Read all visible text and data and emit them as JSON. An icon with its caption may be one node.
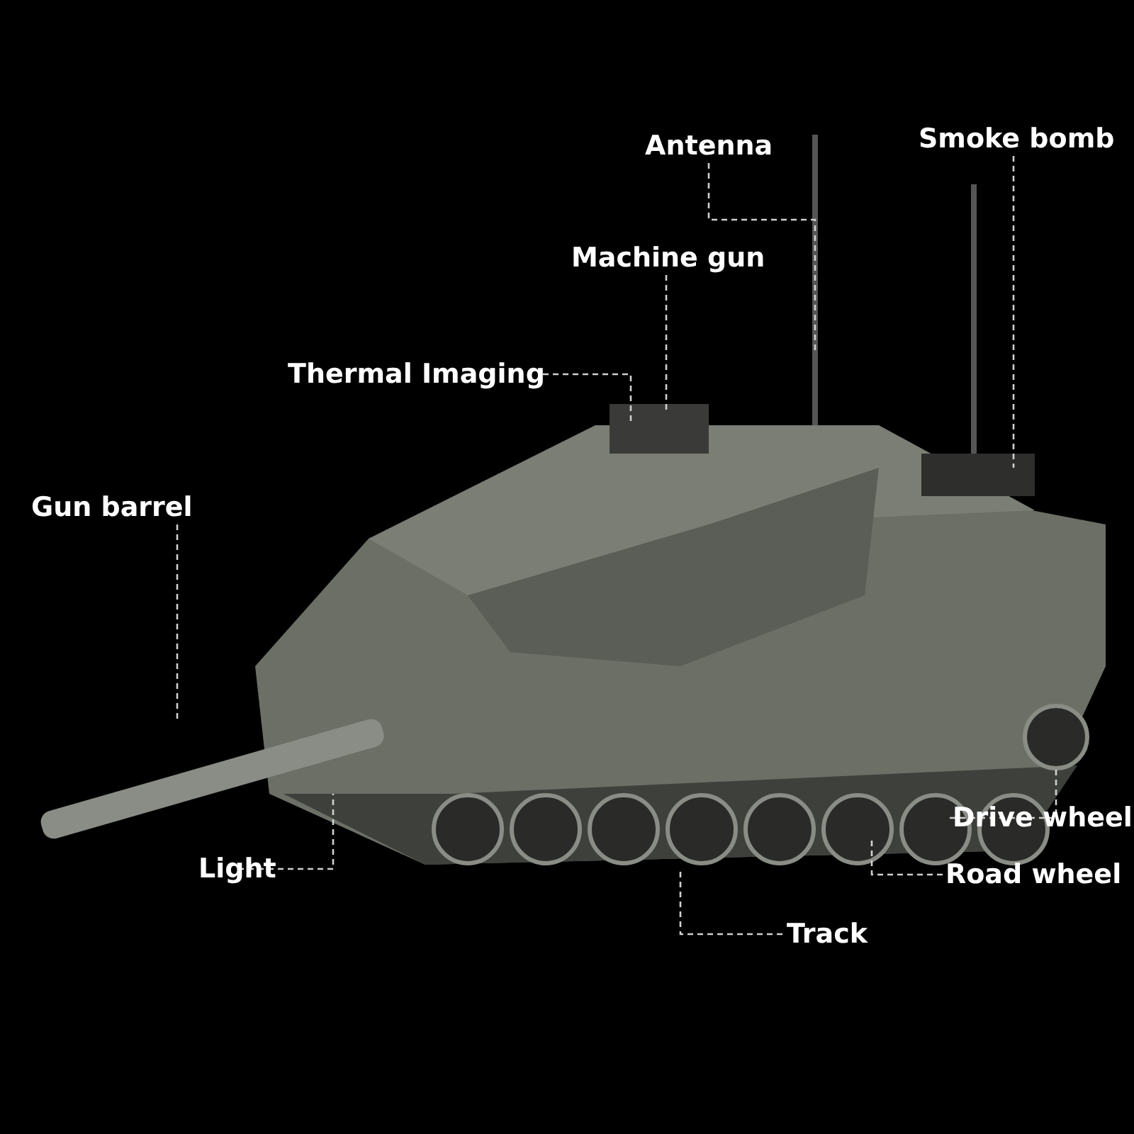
{
  "diagram": {
    "nodes": [
      {
        "text": [
          "Antenna"
        ]
      },
      {
        "text": [
          "Smoke bomb"
        ]
      },
      {
        "text": [
          "Machine gun"
        ]
      },
      {
        "text": [
          "Thermal Imaging"
        ]
      },
      {
        "text": [
          "Gun barrel"
        ]
      },
      {
        "text": [
          "Drive wheel"
        ]
      },
      {
        "text": [
          "Light"
        ]
      },
      {
        "text": [
          "Road wheel"
        ]
      },
      {
        "text": [
          "Track"
        ]
      }
    ],
    "edges": [
      {
        "from": 0,
        "to": null,
        "arrow": "none"
      },
      {
        "from": 1,
        "to": null,
        "arrow": "none"
      },
      {
        "from": 2,
        "to": null,
        "arrow": "none"
      },
      {
        "from": 3,
        "to": null,
        "arrow": "none"
      },
      {
        "from": 4,
        "to": null,
        "arrow": "none"
      },
      {
        "from": 5,
        "to": null,
        "arrow": "none"
      },
      {
        "from": 6,
        "to": null,
        "arrow": "none"
      },
      {
        "from": 7,
        "to": null,
        "arrow": "none"
      },
      {
        "from": 8,
        "to": null,
        "arrow": "none"
      }
    ]
  }
}
